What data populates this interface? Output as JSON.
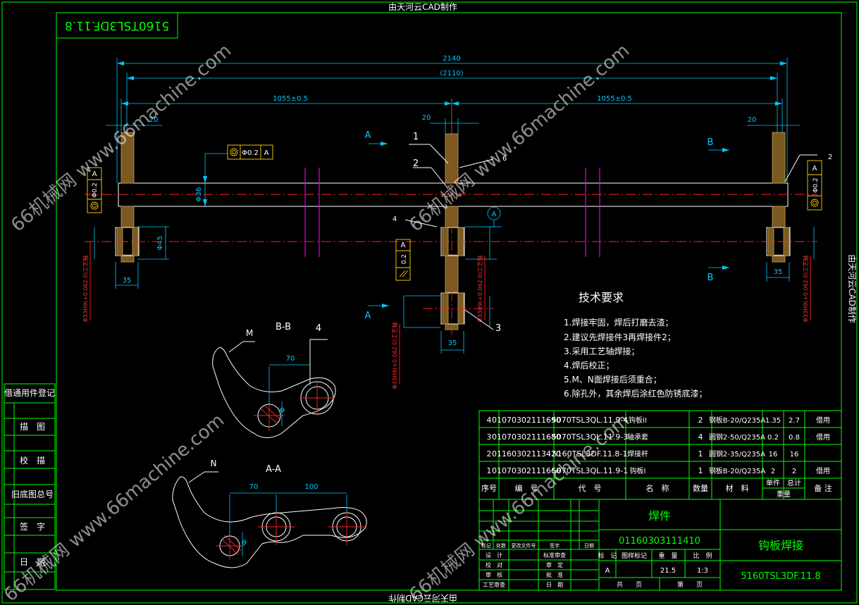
{
  "sheet": {
    "top_title": "由天河云CAD制作",
    "bottom_title": "由天河云CAD制作",
    "side_title": "由天河云CAD制作",
    "mirror_code": "5160TSL3DF.11.8"
  },
  "dimensions": {
    "overall": "2140",
    "ref": "(2110)",
    "half_left": "1055±0.5",
    "half_right": "1055±0.5",
    "w_left": "20",
    "w_mid": "20",
    "w_right": "20",
    "dia36": "Φ36",
    "dia45": "Φ45",
    "w35_left": "35",
    "w35_mid": "35",
    "w35_right": "35",
    "bore_left": "Φ33H9(+0.062 0)工艺轴",
    "bore_mid": "Φ33H9(+0.062 0)工艺轴",
    "bore_right": "Φ33H9(+0.062 0)工艺轴",
    "bore_lower": "Φ33H9(+0.062 0)工艺轴",
    "tol_main": "Φ0.2",
    "tol_main_ref": "A",
    "tol_left": "Φ0.2",
    "tol_left_ref": "A",
    "tol_right": "Φ0.2",
    "tol_right_ref": "A",
    "par_tol": "0.2",
    "par_ref": "A",
    "datum_a": "A"
  },
  "section_marks": {
    "a_upper": "A",
    "a_lower": "A",
    "b_upper": "B",
    "b_lower": "B"
  },
  "balloons": [
    "1",
    "2",
    "3",
    "4",
    "6",
    "2"
  ],
  "views": {
    "bb_title": "B-B",
    "bb_tag": "4",
    "bb_m": "M",
    "bb_dim70": "70",
    "bb_dia": "Φ",
    "aa_title": "A-A",
    "aa_n": "N",
    "aa_dim70": "70",
    "aa_dim100": "100",
    "aa_dia": "Φ"
  },
  "tech": {
    "title": "技术要求",
    "items": [
      "1.焊接牢固，焊后打磨去渣；",
      "2.建议先焊接件3再焊接件2；",
      "3.采用工艺轴焊接；",
      "4.焊后校正；",
      "5.M、N面焊接后须重合；",
      "6.除孔外，其余焊后涂红色防锈底漆；"
    ]
  },
  "bom": {
    "rows": [
      [
        "4",
        "01070302111690",
        "5070TSL3QL.11.9-4",
        "钩板II",
        "2",
        "钢板B-20/Q235A",
        "1.35",
        "2.7",
        "借用"
      ],
      [
        "3",
        "01070302111680",
        "5070TSL3QL.11.9-3",
        "轴承套",
        "4",
        "圆钢2-50/Q235A",
        "0.2",
        "0.8",
        "借用"
      ],
      [
        "2",
        "01160302113420",
        "5160TSL3DF.11.8-1",
        "焊接杆",
        "1",
        "圆钢2-35/Q235A",
        "16",
        "16",
        ""
      ],
      [
        "1",
        "01070302111660",
        "5070TSL3QL.11.9-1",
        "钩板I",
        "1",
        "钢板B-20/Q235A",
        "2",
        "2",
        "借用"
      ]
    ],
    "header": [
      "序号",
      "编　号",
      "代　号",
      "名　称",
      "数量",
      "材　料",
      "单件",
      "总计",
      "备 注"
    ],
    "weight_label": "重量"
  },
  "titleblock": {
    "name": "焊件",
    "code": "01160303111410",
    "part": "钩板焊接",
    "drawing_no": "5160TSL3DF.11.8",
    "col_labels": [
      "标　记",
      "图样标记",
      "重　量",
      "比　例"
    ],
    "mark": "A",
    "weight": "21.5",
    "scale": "1:3",
    "total_sheets": "共　　页",
    "sheet_no": "第　　页",
    "sign_row_labels": [
      "标记",
      "处数",
      "更改文件号",
      "签字",
      "日期"
    ],
    "roles_left": [
      "设　计",
      "校　对",
      "审　核",
      "工艺审查"
    ],
    "roles_right": [
      "标准审查",
      "审　定",
      "批　准",
      "日　期"
    ]
  },
  "left_panel": [
    "借通用件登记",
    "描　图",
    "校　描",
    "旧底图总号",
    "签　字",
    "日　期"
  ],
  "watermark": "66机械网 www.66machine.com"
}
